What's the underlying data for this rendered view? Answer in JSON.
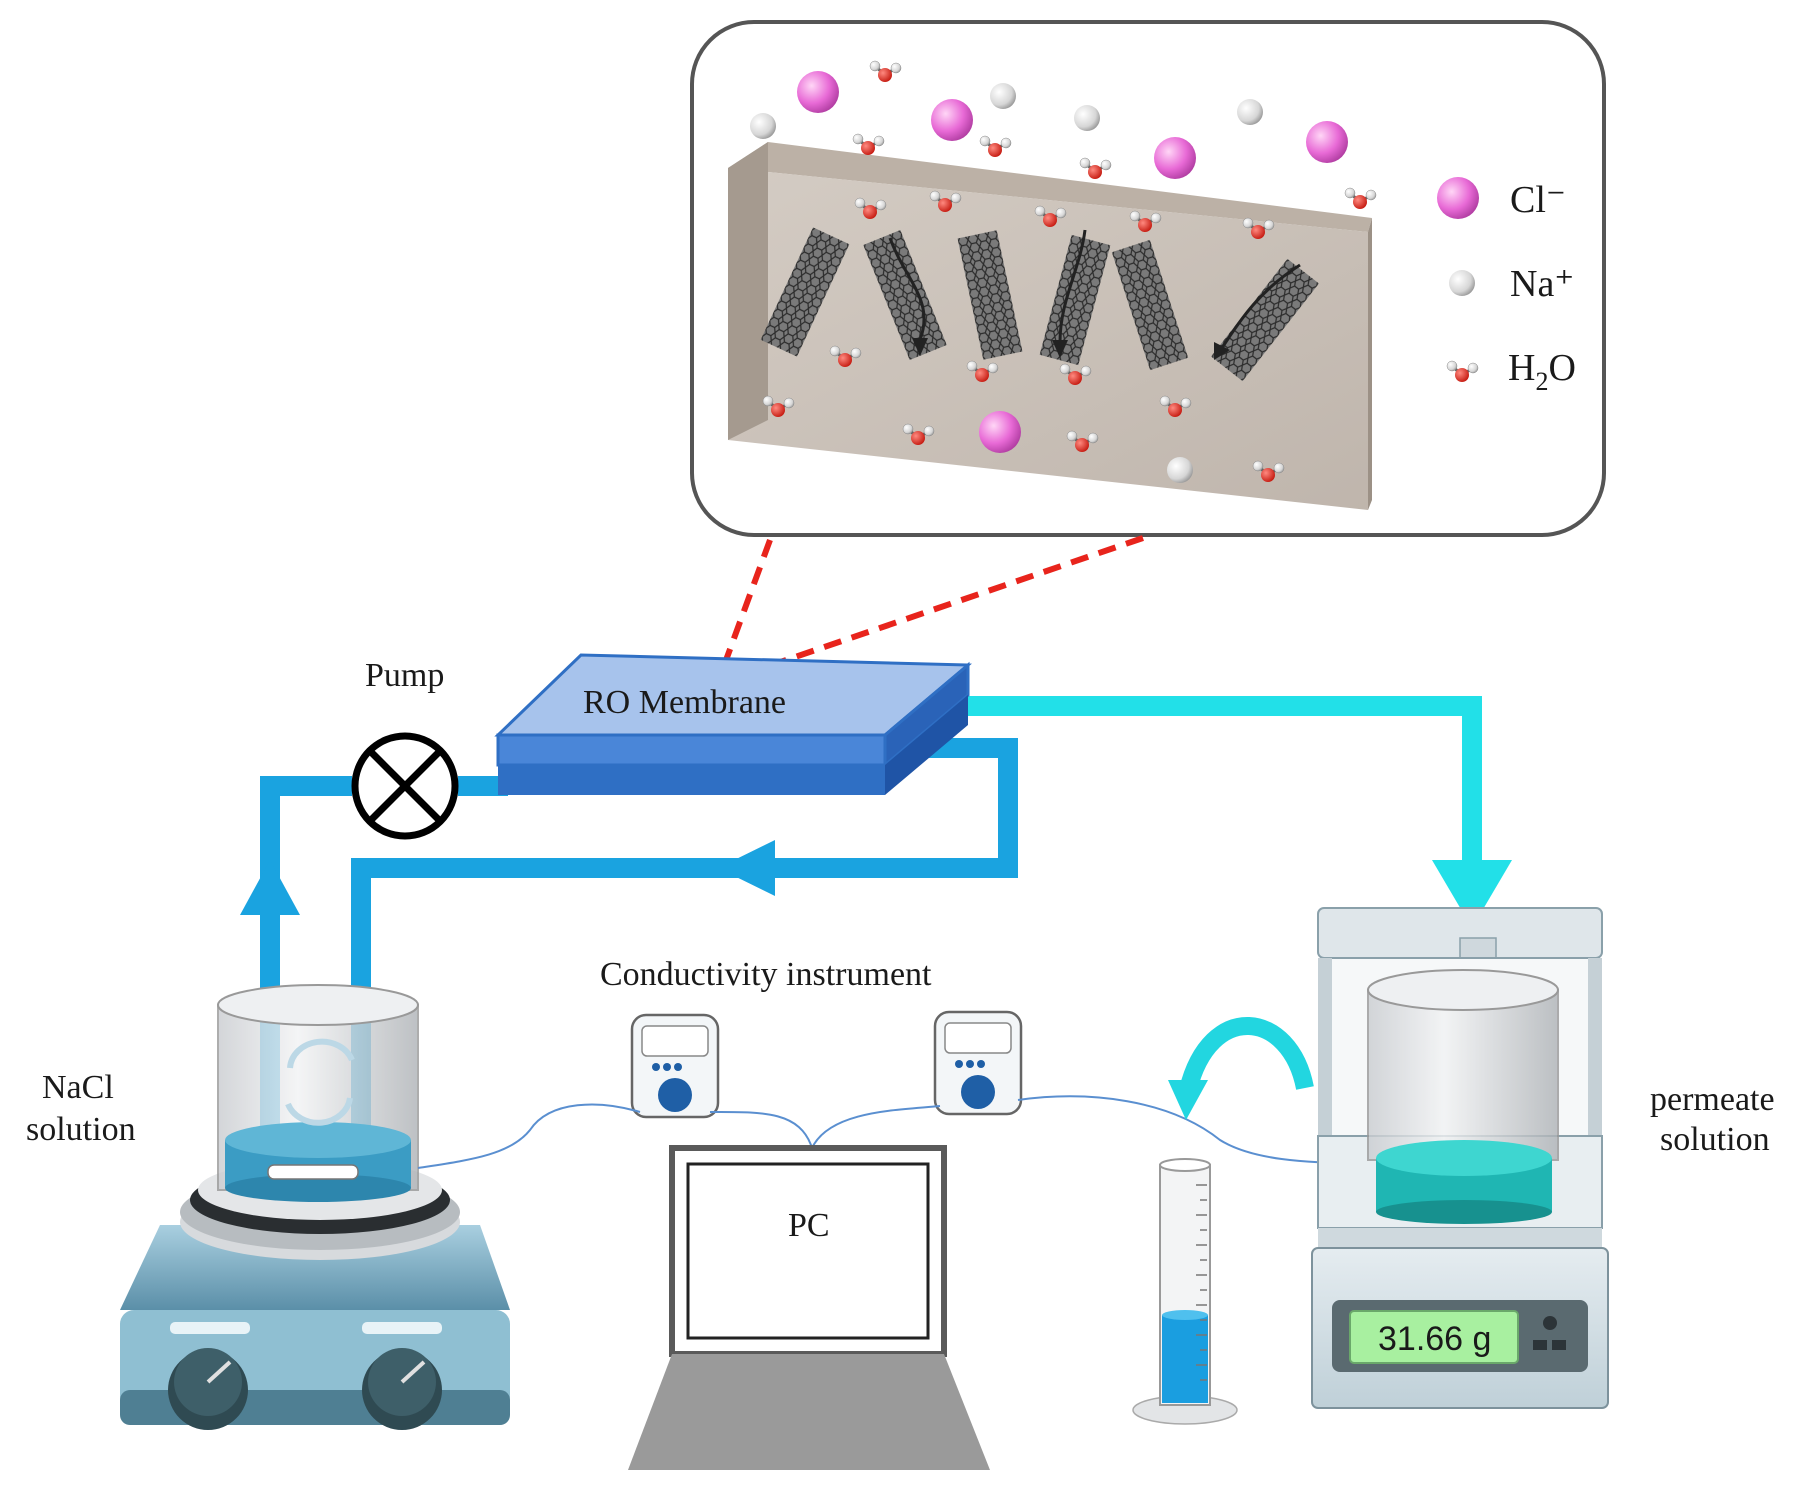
{
  "labels": {
    "pump": "Pump",
    "membrane": "RO Membrane",
    "conductivity": "Conductivity instrument",
    "pc": "PC",
    "nacl_line1": "NaCl",
    "nacl_line2": "solution",
    "permeate_line1": "permeate",
    "permeate_line2": "solution"
  },
  "legend": {
    "cl": "Cl⁻",
    "na": "Na⁺",
    "h2o_h": "H",
    "h2o_sub": "2",
    "h2o_o": "O"
  },
  "balance": {
    "reading": "31.66  g"
  },
  "colors": {
    "feed_flow": "#1aa3e0",
    "permeate_flow": "#22e0e8",
    "dashed_link": "#e8241c",
    "chloride": "#e86ad6",
    "membrane_top": "#a7c3ec",
    "membrane_side": "#2f6fc4"
  }
}
